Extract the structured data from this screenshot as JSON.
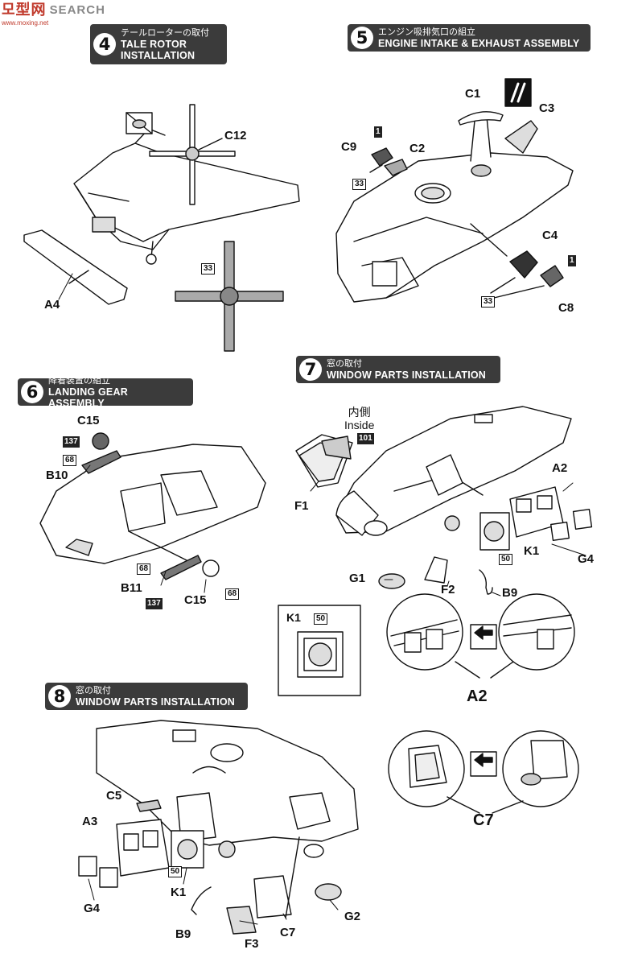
{
  "watermark": {
    "logo": "모型网",
    "search": "SEARCH",
    "url": "www.moxing.net"
  },
  "steps": {
    "s4": {
      "num": "4",
      "jp": "テールローターの取付",
      "en1": "TALE ROTOR",
      "en2": "INSTALLATION"
    },
    "s5": {
      "num": "5",
      "jp": "エンジン吸排気口の組立",
      "en1": "ENGINE INTAKE & EXHAUST ASSEMBLY"
    },
    "s6": {
      "num": "6",
      "jp": "降着装置の組立",
      "en1": "LANDING GEAR ASSEMBLY"
    },
    "s7": {
      "num": "7",
      "jp": "窓の取付",
      "en1": "WINDOW PARTS INSTALLATION"
    },
    "s8": {
      "num": "8",
      "jp": "窓の取付",
      "en1": "WINDOW PARTS INSTALLATION"
    }
  },
  "parts": {
    "C12": "C12",
    "A4": "A4",
    "C1": "C1",
    "C2": "C2",
    "C3": "C3",
    "C4": "C4",
    "C8": "C8",
    "C9": "C9",
    "C15": "C15",
    "B10": "B10",
    "B11": "B11",
    "F1": "F1",
    "F2": "F2",
    "F3": "F3",
    "G1": "G1",
    "G2": "G2",
    "G4": "G4",
    "K1": "K1",
    "A2": "A2",
    "A3": "A3",
    "B9": "B9",
    "C5": "C5",
    "C7": "C7"
  },
  "paint": {
    "p1": "1",
    "p33": "33",
    "p50": "50",
    "p68": "68",
    "p101": "101",
    "p137": "137"
  },
  "inside_note": {
    "jp": "内側",
    "en": "Inside"
  },
  "icons": [
    "do-not-cement-icon",
    "arrow-icon",
    "swap-arrows-icon"
  ]
}
